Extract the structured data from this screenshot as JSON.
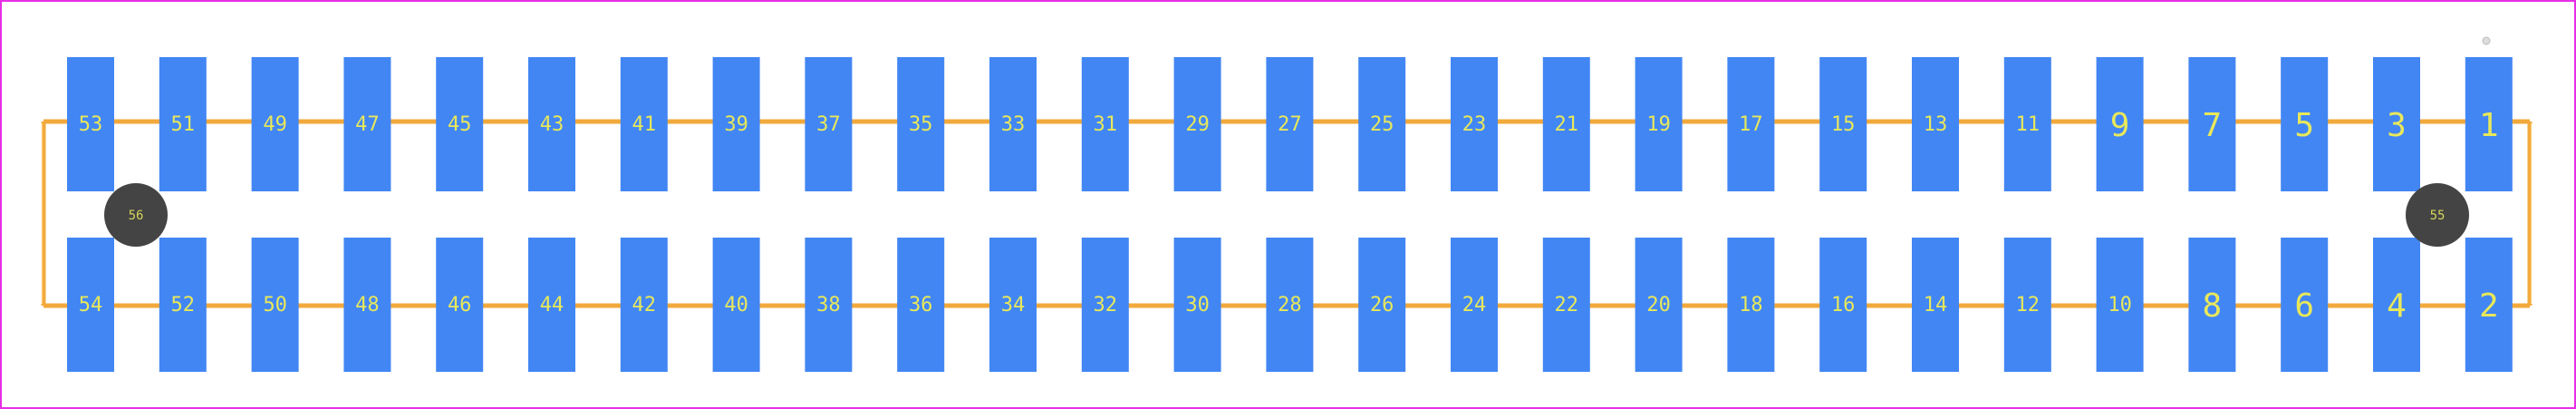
{
  "colors": {
    "background": "#ffffff",
    "border": "#e62ee6",
    "pad": "#4286f4",
    "silkscreen": "#f2a93b",
    "mounting_hole": "#444444",
    "label": "#e8e85a"
  },
  "pads": {
    "top_row": [
      "53",
      "51",
      "49",
      "47",
      "45",
      "43",
      "41",
      "39",
      "37",
      "35",
      "33",
      "31",
      "29",
      "27",
      "25",
      "23",
      "21",
      "19",
      "17",
      "15",
      "13",
      "11",
      "9",
      "7",
      "5",
      "3",
      "1"
    ],
    "bottom_row": [
      "54",
      "52",
      "50",
      "48",
      "46",
      "44",
      "42",
      "40",
      "38",
      "36",
      "34",
      "32",
      "30",
      "28",
      "26",
      "24",
      "22",
      "20",
      "18",
      "16",
      "14",
      "12",
      "10",
      "8",
      "6",
      "4",
      "2"
    ]
  },
  "mounting_holes": {
    "left": "56",
    "right": "55"
  },
  "pin1_marker": "pin-1-dot"
}
